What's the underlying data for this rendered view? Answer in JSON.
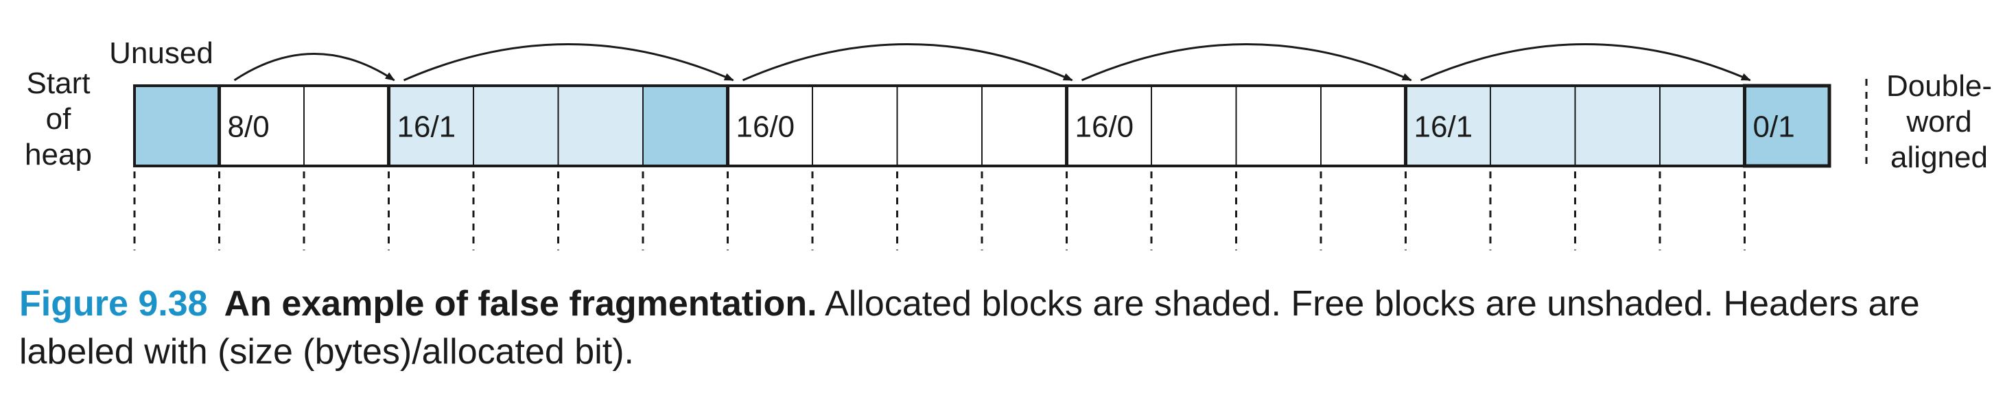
{
  "labels": {
    "start_of_heap": [
      "Start",
      "of",
      "heap"
    ],
    "unused": "Unused",
    "double_word_aligned": [
      "Double-",
      "word",
      "aligned"
    ]
  },
  "words": [
    {
      "role": "unused",
      "allocated": true,
      "label": ""
    },
    {
      "role": "header",
      "allocated": false,
      "label": "8/0"
    },
    {
      "role": "payload",
      "allocated": false,
      "label": ""
    },
    {
      "role": "header",
      "allocated": true,
      "label": "16/1"
    },
    {
      "role": "payload",
      "allocated": true,
      "label": ""
    },
    {
      "role": "payload",
      "allocated": true,
      "label": ""
    },
    {
      "role": "padding",
      "allocated": true,
      "label": ""
    },
    {
      "role": "header",
      "allocated": false,
      "label": "16/0"
    },
    {
      "role": "payload",
      "allocated": false,
      "label": ""
    },
    {
      "role": "payload",
      "allocated": false,
      "label": ""
    },
    {
      "role": "payload",
      "allocated": false,
      "label": ""
    },
    {
      "role": "header",
      "allocated": false,
      "label": "16/0"
    },
    {
      "role": "payload",
      "allocated": false,
      "label": ""
    },
    {
      "role": "payload",
      "allocated": false,
      "label": ""
    },
    {
      "role": "payload",
      "allocated": false,
      "label": ""
    },
    {
      "role": "header",
      "allocated": true,
      "label": "16/1"
    },
    {
      "role": "payload",
      "allocated": true,
      "label": ""
    },
    {
      "role": "payload",
      "allocated": true,
      "label": ""
    },
    {
      "role": "payload",
      "allocated": true,
      "label": ""
    },
    {
      "role": "epilogue",
      "allocated": true,
      "label": "0/1"
    }
  ],
  "block_boundaries": [
    1,
    3,
    7,
    11,
    15,
    19
  ],
  "colors": {
    "allocated_light": "#d8ebf4",
    "allocated_dark": "#9fd0e6",
    "free": "#ffffff",
    "line": "#1a1a1a",
    "figure_accent": "#1b93c9"
  },
  "caption": {
    "figure_number": "Figure 9.38",
    "title": "An example of false fragmentation.",
    "text": "Allocated blocks are shaded. Free blocks are unshaded. Headers are labeled with (size (bytes)/allocated bit)."
  }
}
